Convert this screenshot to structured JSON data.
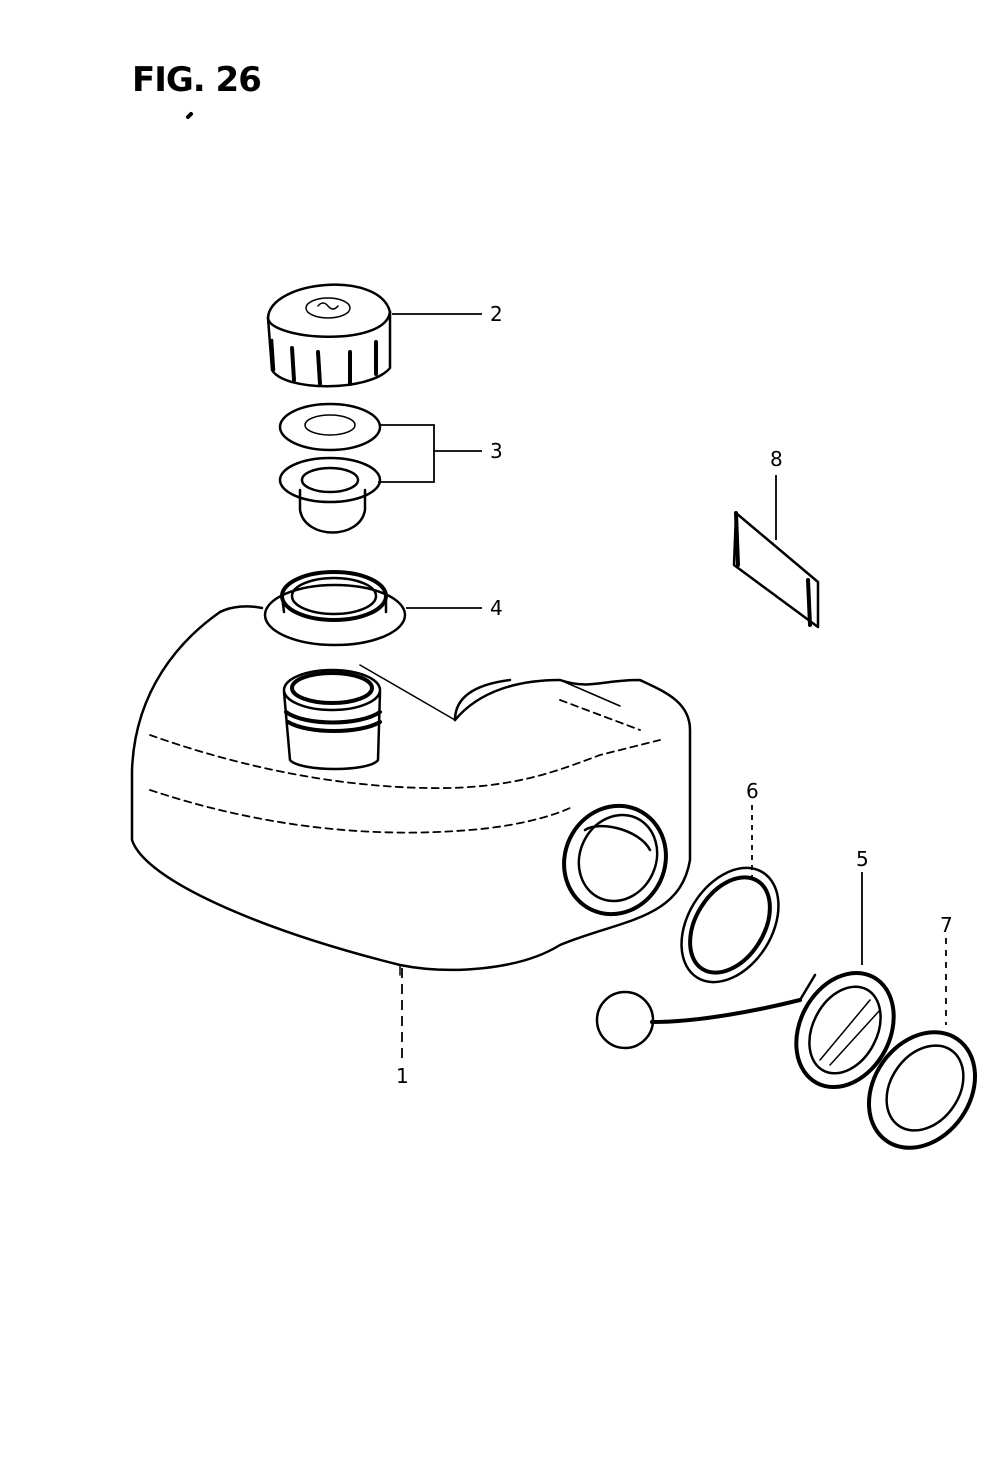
{
  "figure": {
    "title": "FIG. 26"
  },
  "callouts": [
    {
      "id": "callout-1",
      "number": "1"
    },
    {
      "id": "callout-2",
      "number": "2"
    },
    {
      "id": "callout-3",
      "number": "3"
    },
    {
      "id": "callout-4",
      "number": "4"
    },
    {
      "id": "callout-5",
      "number": "5"
    },
    {
      "id": "callout-6",
      "number": "6"
    },
    {
      "id": "callout-7",
      "number": "7"
    },
    {
      "id": "callout-8",
      "number": "8"
    }
  ]
}
